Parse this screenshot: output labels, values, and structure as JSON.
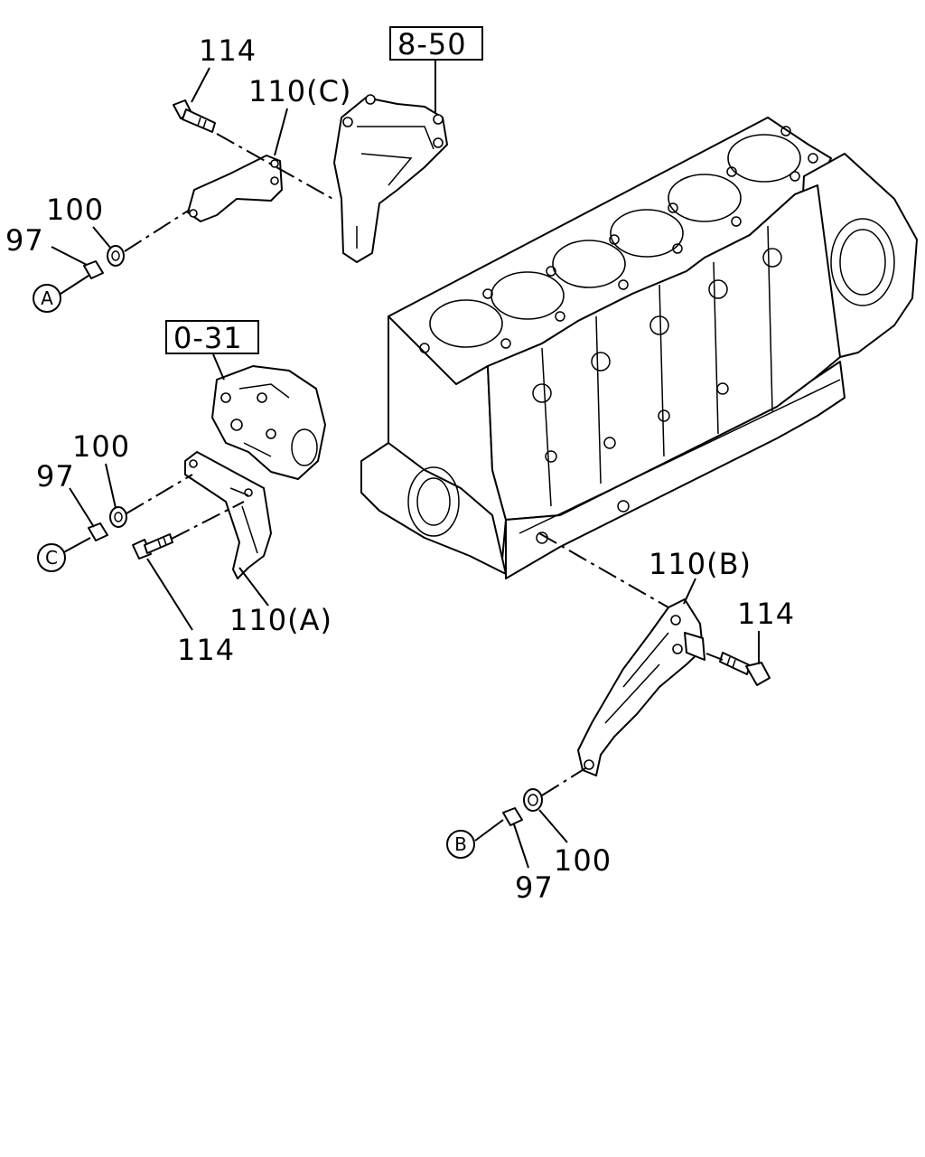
{
  "references": {
    "ref_8_50": "8-50",
    "ref_0_31": "0-31"
  },
  "groups": {
    "c": {
      "bolt": "114",
      "bracket": "110(C)",
      "washer": "100",
      "collar": "97",
      "marker": "A"
    },
    "a": {
      "washer": "100",
      "collar": "97",
      "marker": "C",
      "bracket": "110(A)",
      "bolt": "114"
    },
    "b": {
      "bracket": "110(B)",
      "bolt": "114",
      "washer": "100",
      "collar": "97",
      "marker": "B"
    }
  }
}
